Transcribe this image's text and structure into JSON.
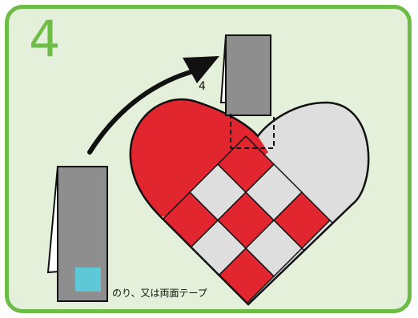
{
  "step": {
    "number": "4"
  },
  "strip": {
    "number": "4"
  },
  "note": {
    "text": "のり、又は両面テープ"
  },
  "colors": {
    "frame": "#6cbc45",
    "background": "#e5f0db",
    "red": "#e2262f",
    "light": "#dedede",
    "strip": "#8e8e8e",
    "glue": "#5ec8d6",
    "outline": "#111111"
  },
  "icons": [
    "arrow-icon",
    "glue-spot-icon",
    "dashed-outline-icon"
  ]
}
